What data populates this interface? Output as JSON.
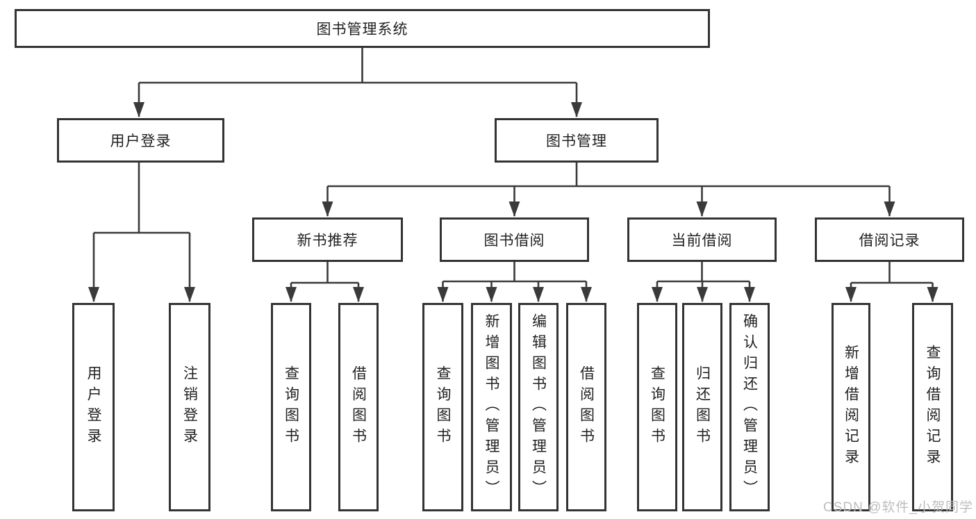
{
  "colors": {
    "line": "#3a3a3a",
    "box-border": "#333333",
    "text": "#212121",
    "watermark": "#bdbdbd",
    "background": "#ffffff"
  },
  "diagram": {
    "root": "图书管理系统",
    "branches": {
      "user_login": "用户登录",
      "book_mgmt": "图书管理"
    },
    "sections": {
      "new_book": "新书推荐",
      "book_borrow": "图书借阅",
      "current_borrow": "当前借阅",
      "borrow_records": "借阅记录"
    },
    "leaves": {
      "user_login": "用户登录",
      "logout": "注销登录",
      "nb_query_books": "查询图书",
      "nb_borrow_books": "借阅图书",
      "bb_query_books": "查询图书",
      "bb_add_books": "新增图书（管理员）",
      "bb_edit_books": "编辑图书（管理员）",
      "bb_borrow_books": "借阅图书",
      "cb_query_books": "查询图书",
      "cb_return_books": "归还图书",
      "cb_confirm_return": "确认归还（管理员）",
      "br_add_record": "新增借阅记录",
      "br_query_record": "查询借阅记录"
    }
  },
  "watermark": "CSDN @软件_小贺同学"
}
